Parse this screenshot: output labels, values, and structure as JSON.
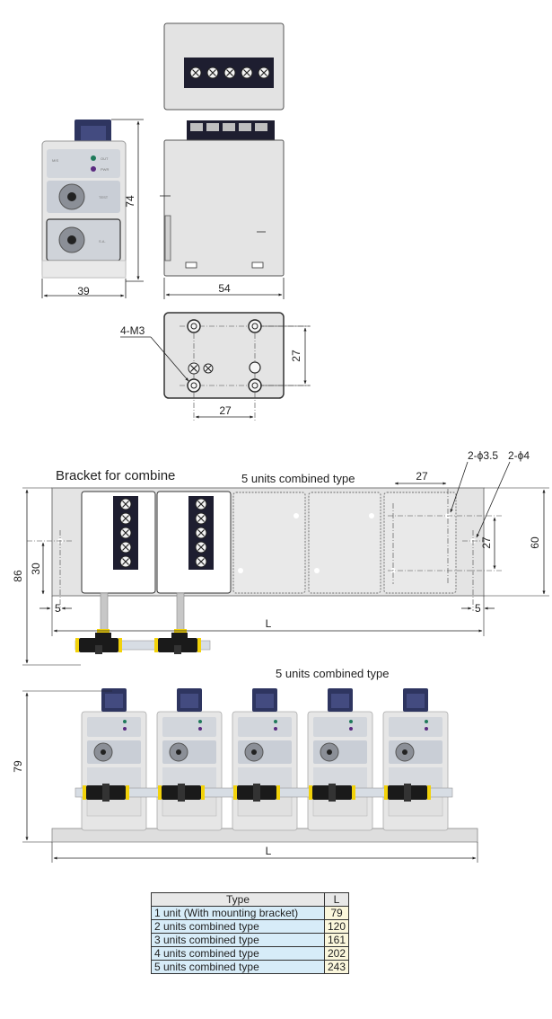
{
  "labels": {
    "dim_74": "74",
    "dim_39": "39",
    "dim_54": "54",
    "dim_27_v": "27",
    "dim_27_h": "27",
    "screw": "4-M3",
    "bracket_title": "Bracket for combine",
    "combined_title_1": "5 units combined type",
    "combined_title_2": "5 units combined type",
    "dim_27_top": "27",
    "hole_35": "2-ϕ3.5",
    "hole_4": "2-ϕ4",
    "dim_27_right": "27",
    "dim_60": "60",
    "dim_86": "86",
    "dim_30": "30",
    "dim_5_left": "5",
    "dim_5_right": "5",
    "dim_L_1": "L",
    "dim_79": "79",
    "dim_L_2": "L"
  },
  "unit_panel": {
    "out": "OUT",
    "pwr": "PWR",
    "test": "TEST",
    "sa": "S.A."
  },
  "table": {
    "header_type": "Type",
    "header_l": "L",
    "rows": [
      {
        "type": "1 unit (With mounting bracket)",
        "l": "79"
      },
      {
        "type": "2 units combined type",
        "l": "120"
      },
      {
        "type": "3 units combined type",
        "l": "161"
      },
      {
        "type": "4 units combined type",
        "l": "202"
      },
      {
        "type": "5 units combined type",
        "l": "243"
      }
    ]
  },
  "colors": {
    "body": "#e4e4e4",
    "panel": "#c9ced6",
    "terminal": "#1e1e30",
    "module_dark": "#2e3560",
    "fitting": "#1a1a1a",
    "fitting_ring": "#f2d20a",
    "table_type_bg": "#d7ecf8",
    "table_l_bg": "#fbf7dc"
  }
}
